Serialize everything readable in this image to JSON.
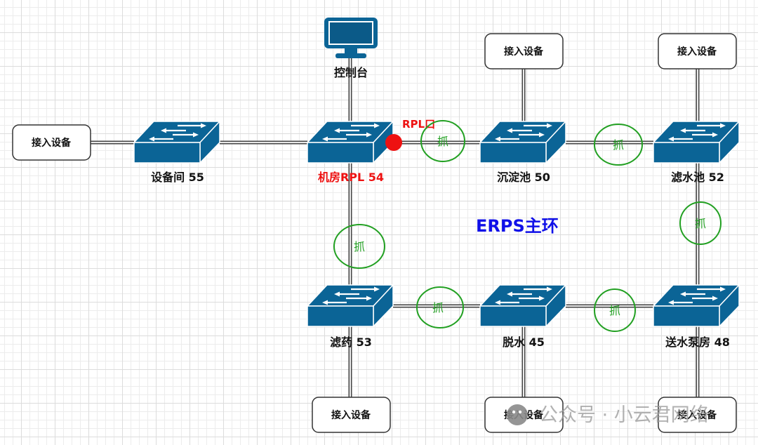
{
  "diagram": {
    "title": "ERPS主环",
    "colors": {
      "switch": "#0b6496",
      "link": "#444444",
      "rpl": "#ee1111",
      "grab": "#22a022",
      "title": "#1010e8"
    },
    "console": {
      "label": "控制台",
      "icon": "monitor-icon"
    },
    "switches": [
      {
        "id": "sw55",
        "label": "设备间 55",
        "highlight": false
      },
      {
        "id": "sw54",
        "label": "机房RPL 54",
        "highlight": true
      },
      {
        "id": "sw50",
        "label": "沉淀池 50",
        "highlight": false
      },
      {
        "id": "sw52",
        "label": "滤水池 52",
        "highlight": false
      },
      {
        "id": "sw53",
        "label": "滤药 53",
        "highlight": false
      },
      {
        "id": "sw45",
        "label": "脱水 45",
        "highlight": false
      },
      {
        "id": "sw48",
        "label": "送水泵房 48",
        "highlight": false
      }
    ],
    "access_devices": [
      {
        "label": "接入设备",
        "attached_to": "sw55"
      },
      {
        "label": "接入设备",
        "attached_to": "sw50"
      },
      {
        "label": "接入设备",
        "attached_to": "sw52"
      },
      {
        "label": "接入设备",
        "attached_to": "sw53"
      },
      {
        "label": "接入设备",
        "attached_to": "sw45"
      },
      {
        "label": "接入设备",
        "attached_to": "sw48"
      }
    ],
    "rpl_port": {
      "label": "RPL口",
      "switch": "sw54"
    },
    "capture_points": [
      {
        "label": "抓",
        "link": "sw54-sw50"
      },
      {
        "label": "抓",
        "link": "sw50-sw52"
      },
      {
        "label": "抓",
        "link": "sw52-sw48"
      },
      {
        "label": "抓",
        "link": "sw54-sw53"
      },
      {
        "label": "抓",
        "link": "sw53-sw45"
      },
      {
        "label": "抓",
        "link": "sw45-sw48"
      }
    ]
  },
  "watermark": {
    "text": "公众号 · 小云君网络",
    "icon": "wechat-icon"
  }
}
